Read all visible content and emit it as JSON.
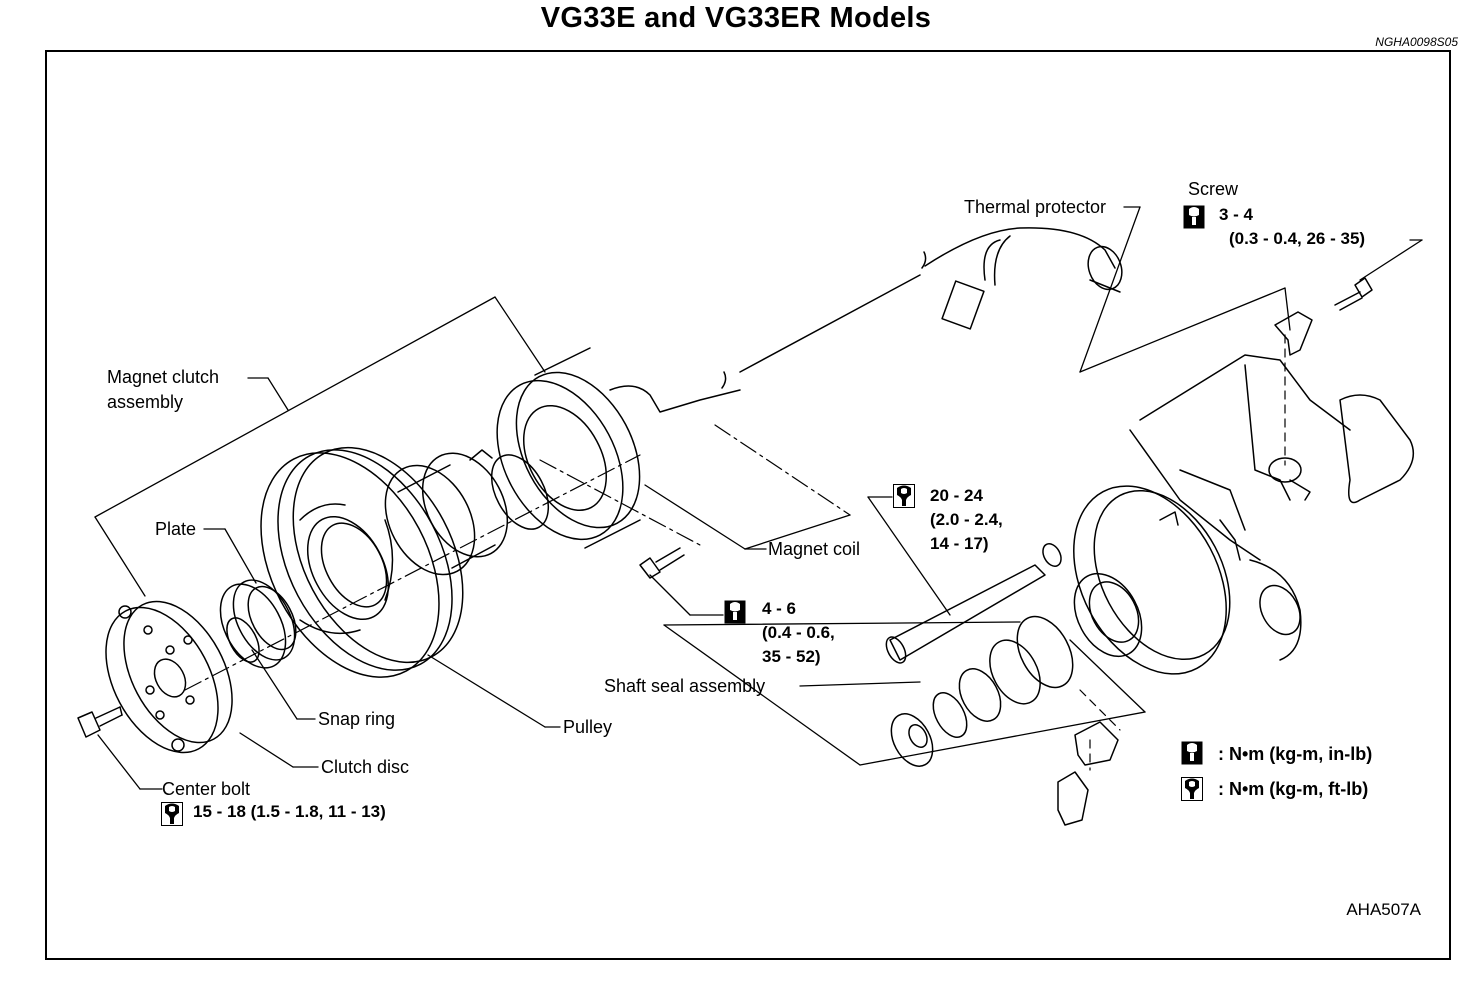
{
  "header": {
    "title": "VG33E and VG33ER Models",
    "doc_ref": "NGHA0098S05"
  },
  "figure_id": "AHA507A",
  "labels": {
    "magnet_clutch_assembly": [
      "Magnet clutch",
      "assembly"
    ],
    "plate": "Plate",
    "snap_ring": "Snap ring",
    "clutch_disc": "Clutch disc",
    "center_bolt": "Center bolt",
    "pulley": "Pulley",
    "magnet_coil": "Magnet coil",
    "shaft_seal_assembly": "Shaft seal assembly",
    "thermal_protector": "Thermal protector",
    "screw": "Screw"
  },
  "torque_specs": {
    "screw": [
      "3 - 4",
      "(0.3 - 0.4, 26 - 35)"
    ],
    "shaft_bolt": [
      "20 - 24",
      "(2.0 - 2.4,",
      "14 - 17)"
    ],
    "coil_bolt": [
      "4 - 6",
      "(0.4 - 0.6,",
      "35 - 52)"
    ],
    "center_bolt": "15 - 18 (1.5 - 1.8, 11 - 13)"
  },
  "legend": [
    {
      "icon": "torque-wrench-filled-icon",
      "text": ":  N•m (kg-m, in-lb)"
    },
    {
      "icon": "torque-wrench-outline-icon",
      "text": ":  N•m (kg-m, ft-lb)"
    }
  ]
}
